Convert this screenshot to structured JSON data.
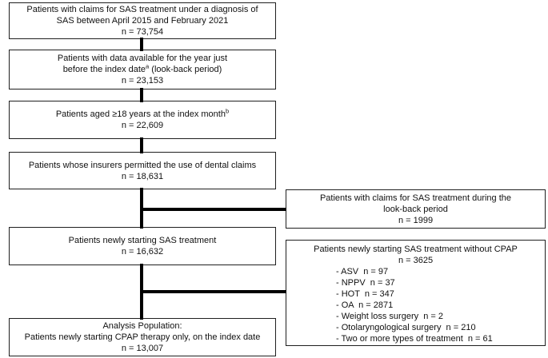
{
  "colors": {
    "background": "#ffffff",
    "box_border": "#1f1f1f",
    "connector": "#000000",
    "text": "#111111"
  },
  "boxes": {
    "b1": {
      "l1": "Patients with claims for SAS treatment under a diagnosis of",
      "l2": "SAS between April 2015 and February 2021",
      "n": "n = 73,754"
    },
    "b2": {
      "l1": "Patients with data available for the year just",
      "l2pre": "before the index date",
      "l2sup": "a",
      "l2post": " (look-back period)",
      "n": "n = 23,153"
    },
    "b3": {
      "l1pre": "Patients aged ≥18 years at the index month",
      "l1sup": "b",
      "n": "n = 22,609"
    },
    "b4": {
      "l1": "Patients whose insurers permitted the use of dental claims",
      "n": "n = 18,631"
    },
    "b5": {
      "l1": "Patients newly starting SAS treatment",
      "n": "n = 16,632"
    },
    "analysis": {
      "l1": "Analysis Population:",
      "l2": "Patients newly starting CPAP therapy only, on the index date",
      "n": "n = 13,007"
    },
    "excl1": {
      "l1": "Patients with claims for SAS treatment during the",
      "l2": "look-back period",
      "n": "n = 1999"
    },
    "excl2": {
      "title": "Patients newly starting SAS treatment without CPAP",
      "n": "n = 3625",
      "items": [
        "- ASV  n = 97",
        "- NPPV  n = 37",
        "- HOT  n = 347",
        "- OA  n = 2871",
        "- Weight loss surgery  n = 2",
        "- Otolaryngological surgery  n = 210",
        "- Two or more types of treatment  n = 61"
      ]
    }
  }
}
